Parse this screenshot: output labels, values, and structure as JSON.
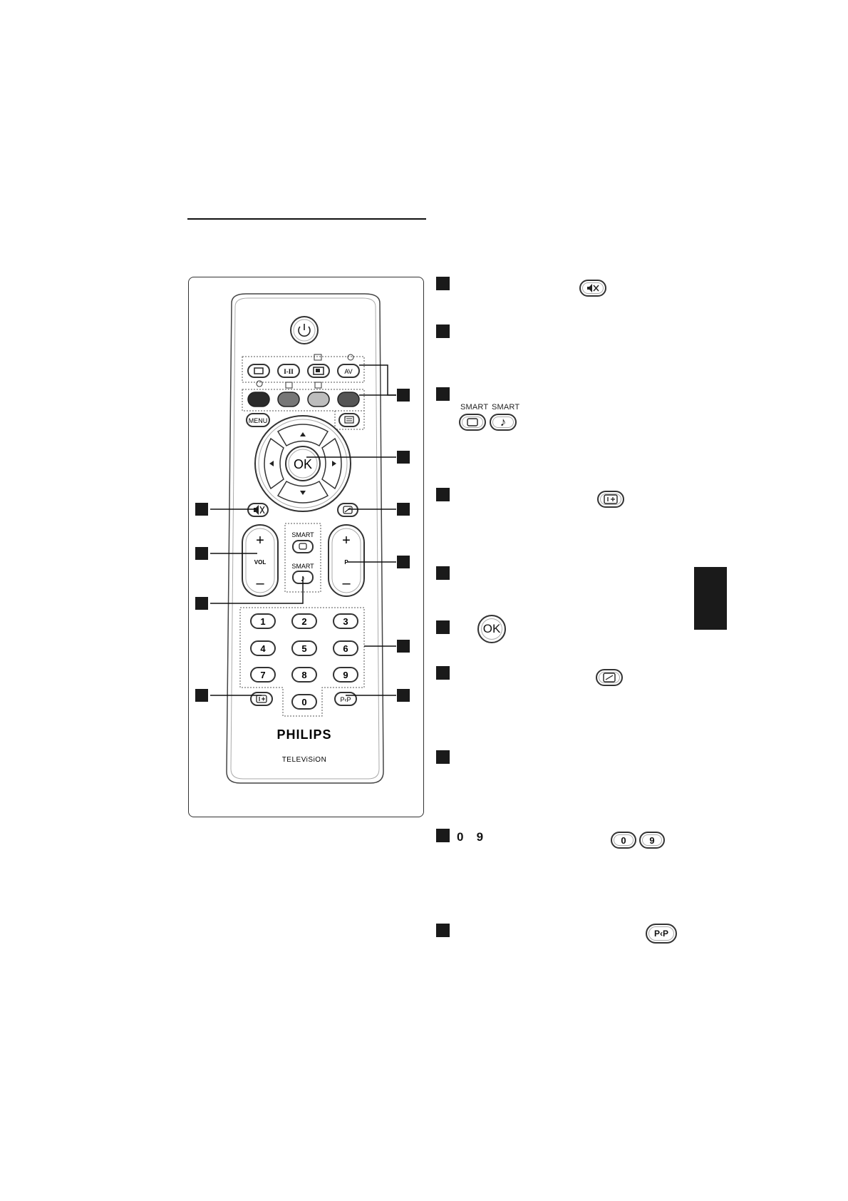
{
  "brand": {
    "name": "PHILIPS",
    "subtitle": "TELEViSiON"
  },
  "remote": {
    "power_icon": "power-icon",
    "row1": {
      "b1_icon": "picture-format-icon",
      "b2_label": "I-II",
      "b3_icon": "pip-icon",
      "b4_label": "AV"
    },
    "color_buttons": [
      "#2b2b2b",
      "#777777",
      "#bdbdbd",
      "#555555"
    ],
    "teletext_icon": "teletext-icon",
    "menu_label": "MENU",
    "ok_label": "OK",
    "mute_icon": "mute-icon",
    "surf_icon": "surf-icon",
    "vol": {
      "plus": "+",
      "label": "VOL",
      "minus": "–"
    },
    "prog": {
      "plus": "+",
      "label": "P",
      "minus": "–"
    },
    "smart_picture": {
      "label": "SMART",
      "icon": "screen-icon"
    },
    "smart_sound": {
      "label": "SMART",
      "icon": "note-icon",
      "glyph": "♪"
    },
    "digits": [
      "1",
      "2",
      "3",
      "4",
      "5",
      "6",
      "7",
      "8",
      "9",
      "0"
    ],
    "info_icon": "info-icon",
    "pp_label": "P‹P"
  },
  "legend": {
    "smart1": "SMART",
    "smart2": "SMART",
    "note_glyph": "♪",
    "ok_label": "OK",
    "digit_range": "0   9",
    "digit_0": "0",
    "digit_9": "9",
    "pp_label": "P‹P"
  }
}
